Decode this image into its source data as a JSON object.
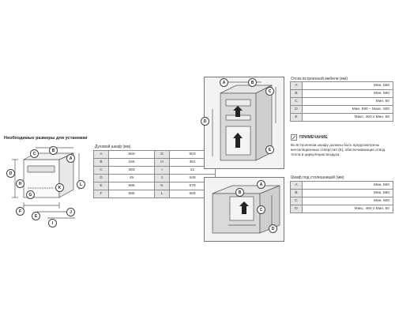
{
  "left": {
    "title": "Необходимые размеры для установки",
    "table_title": "Духовой шкаф (мм)",
    "rows": [
      {
        "a": "A",
        "av": "560",
        "b": "G",
        "bv": "503"
      },
      {
        "a": "B",
        "av": "166",
        "b": "H",
        "bv": "481"
      },
      {
        "a": "C",
        "av": "383",
        "b": "I",
        "bv": "21"
      },
      {
        "a": "D",
        "av": "45",
        "b": "J",
        "bv": "549"
      },
      {
        "a": "E",
        "av": "596",
        "b": "K",
        "bv": "579"
      },
      {
        "a": "F",
        "av": "595",
        "b": "L",
        "bv": "559"
      }
    ],
    "callouts": [
      "C",
      "B",
      "A",
      "D",
      "H",
      "G",
      "F",
      "K",
      "L",
      "E",
      "J",
      "I"
    ]
  },
  "top_right": {
    "table_title": "Отсек встроенной мебели (мм)",
    "rows": [
      {
        "k": "A",
        "v": "Мин. 550"
      },
      {
        "k": "B",
        "v": "Мин. 560"
      },
      {
        "k": "C",
        "v": "Мин. 50"
      },
      {
        "k": "D",
        "v": "Мин. 590 – Макс. 600"
      },
      {
        "k": "E",
        "v": "Макс. 460 x Мин. 50"
      }
    ],
    "callouts": [
      "A",
      "B",
      "C",
      "D",
      "E"
    ]
  },
  "note": {
    "title": "ПРИМЕЧАНИЕ",
    "lines": [
      "Во встроенном шкафу должны быть предусмотрены",
      "вентиляционные отверстия (E), обеспечивающие отвод",
      "тепла и циркуляцию воздуха."
    ]
  },
  "bottom_right": {
    "table_title": "Шкаф под столешницей (мм)",
    "rows": [
      {
        "k": "A",
        "v": "Мин. 550"
      },
      {
        "k": "B",
        "v": "Мин. 560"
      },
      {
        "k": "C",
        "v": "Мин. 600"
      },
      {
        "k": "D",
        "v": "Макс. 460 x Мин. 50"
      }
    ],
    "callouts": [
      "A",
      "B",
      "C",
      "D"
    ]
  },
  "colors": {
    "table_label_bg": "#e4e4e4",
    "border": "#8a8a8a"
  }
}
